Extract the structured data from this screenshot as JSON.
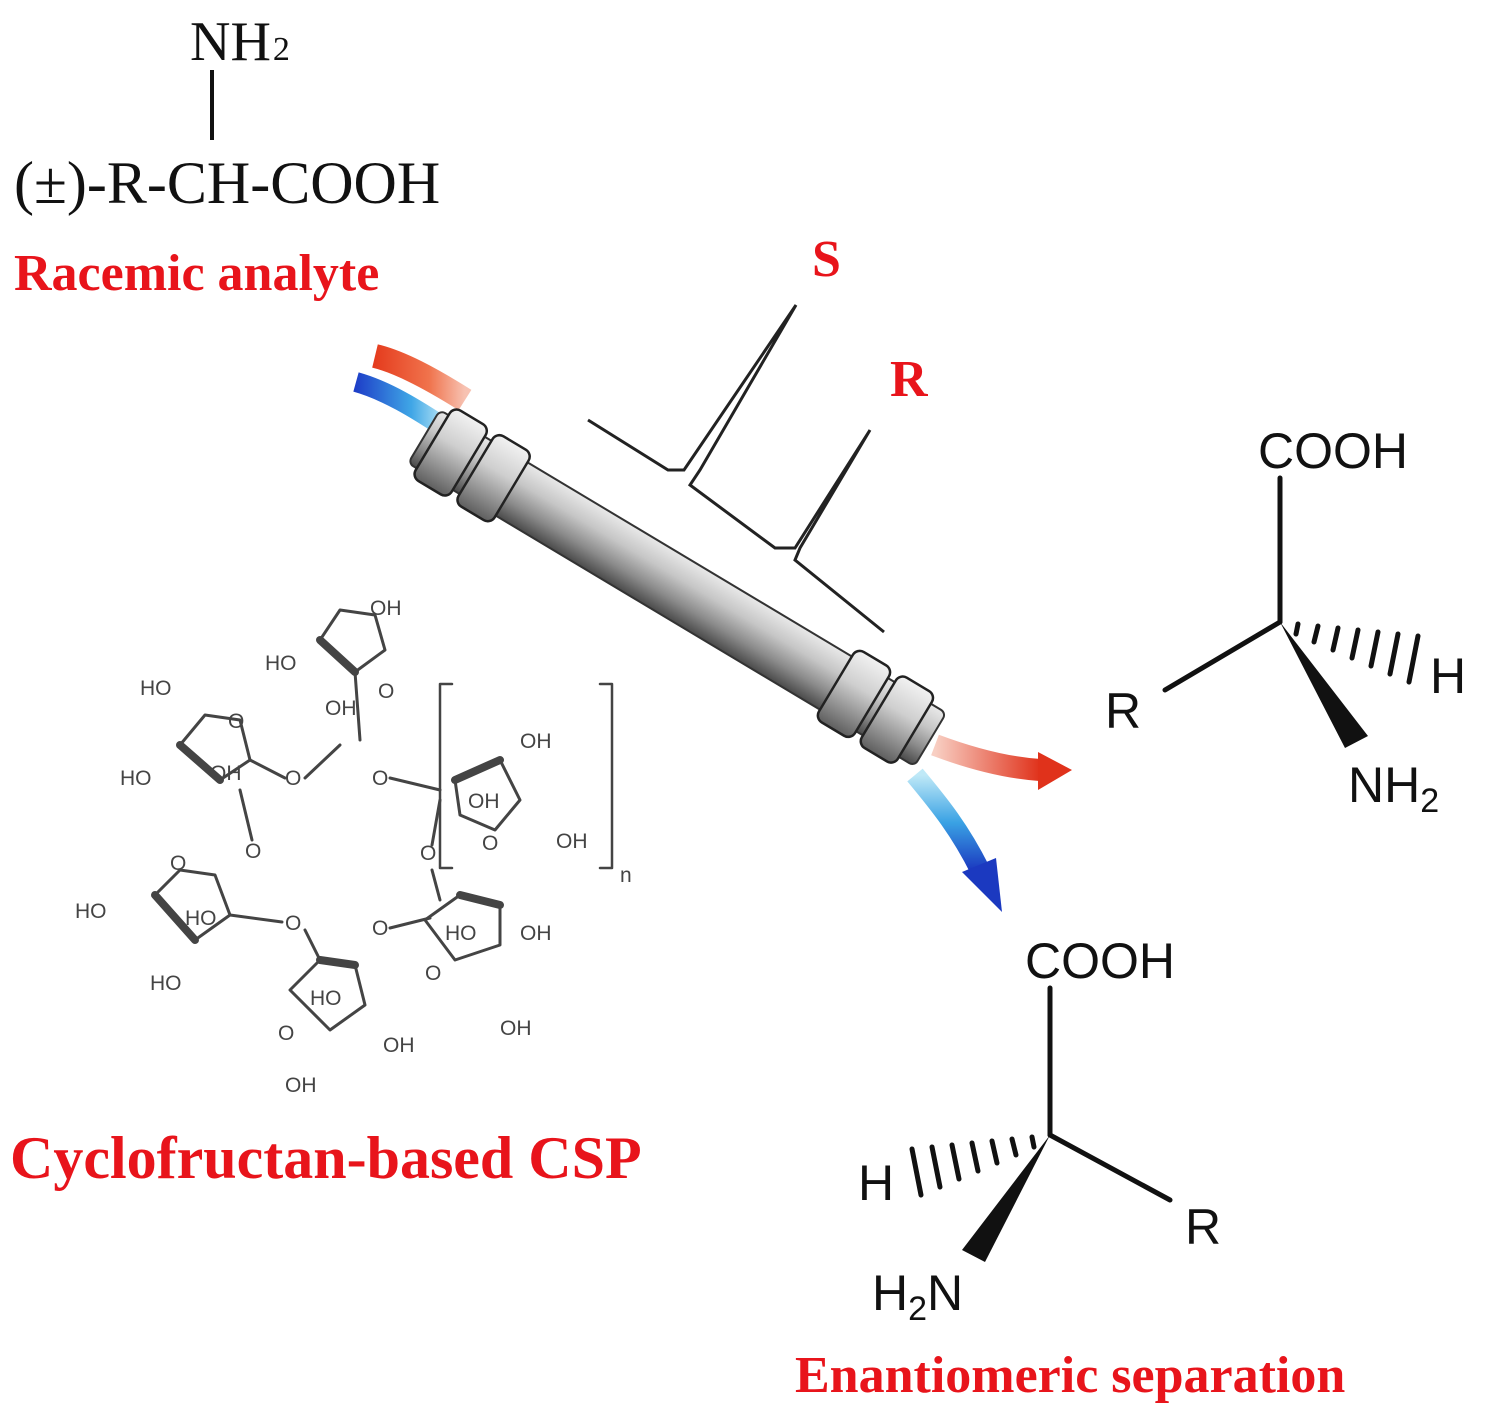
{
  "racemic": {
    "nh2": "NH",
    "nh2_sub": "2",
    "formula": "(±)-R-CH-COOH",
    "label": "Racemic analyte"
  },
  "peaks": {
    "s": "S",
    "r": "R"
  },
  "csp": {
    "label": "Cyclofructan-based CSP",
    "oh": "OH",
    "ho": "HO",
    "o": "O",
    "n": "n"
  },
  "product_top": {
    "cooh": "COOH",
    "r": "R",
    "h": "H",
    "nh2": "NH",
    "sub": "2"
  },
  "product_bottom": {
    "cooh": "COOH",
    "h": "H",
    "r": "R",
    "h2n_h": "H",
    "h2n_sub": "2",
    "h2n_n": "N"
  },
  "separation_label": "Enantiomeric separation",
  "colors": {
    "label_red": "#e8141b",
    "stream_red": "#e84a2a",
    "stream_blue": "#1f4fd6",
    "column_gray": "#9a9a9a"
  }
}
